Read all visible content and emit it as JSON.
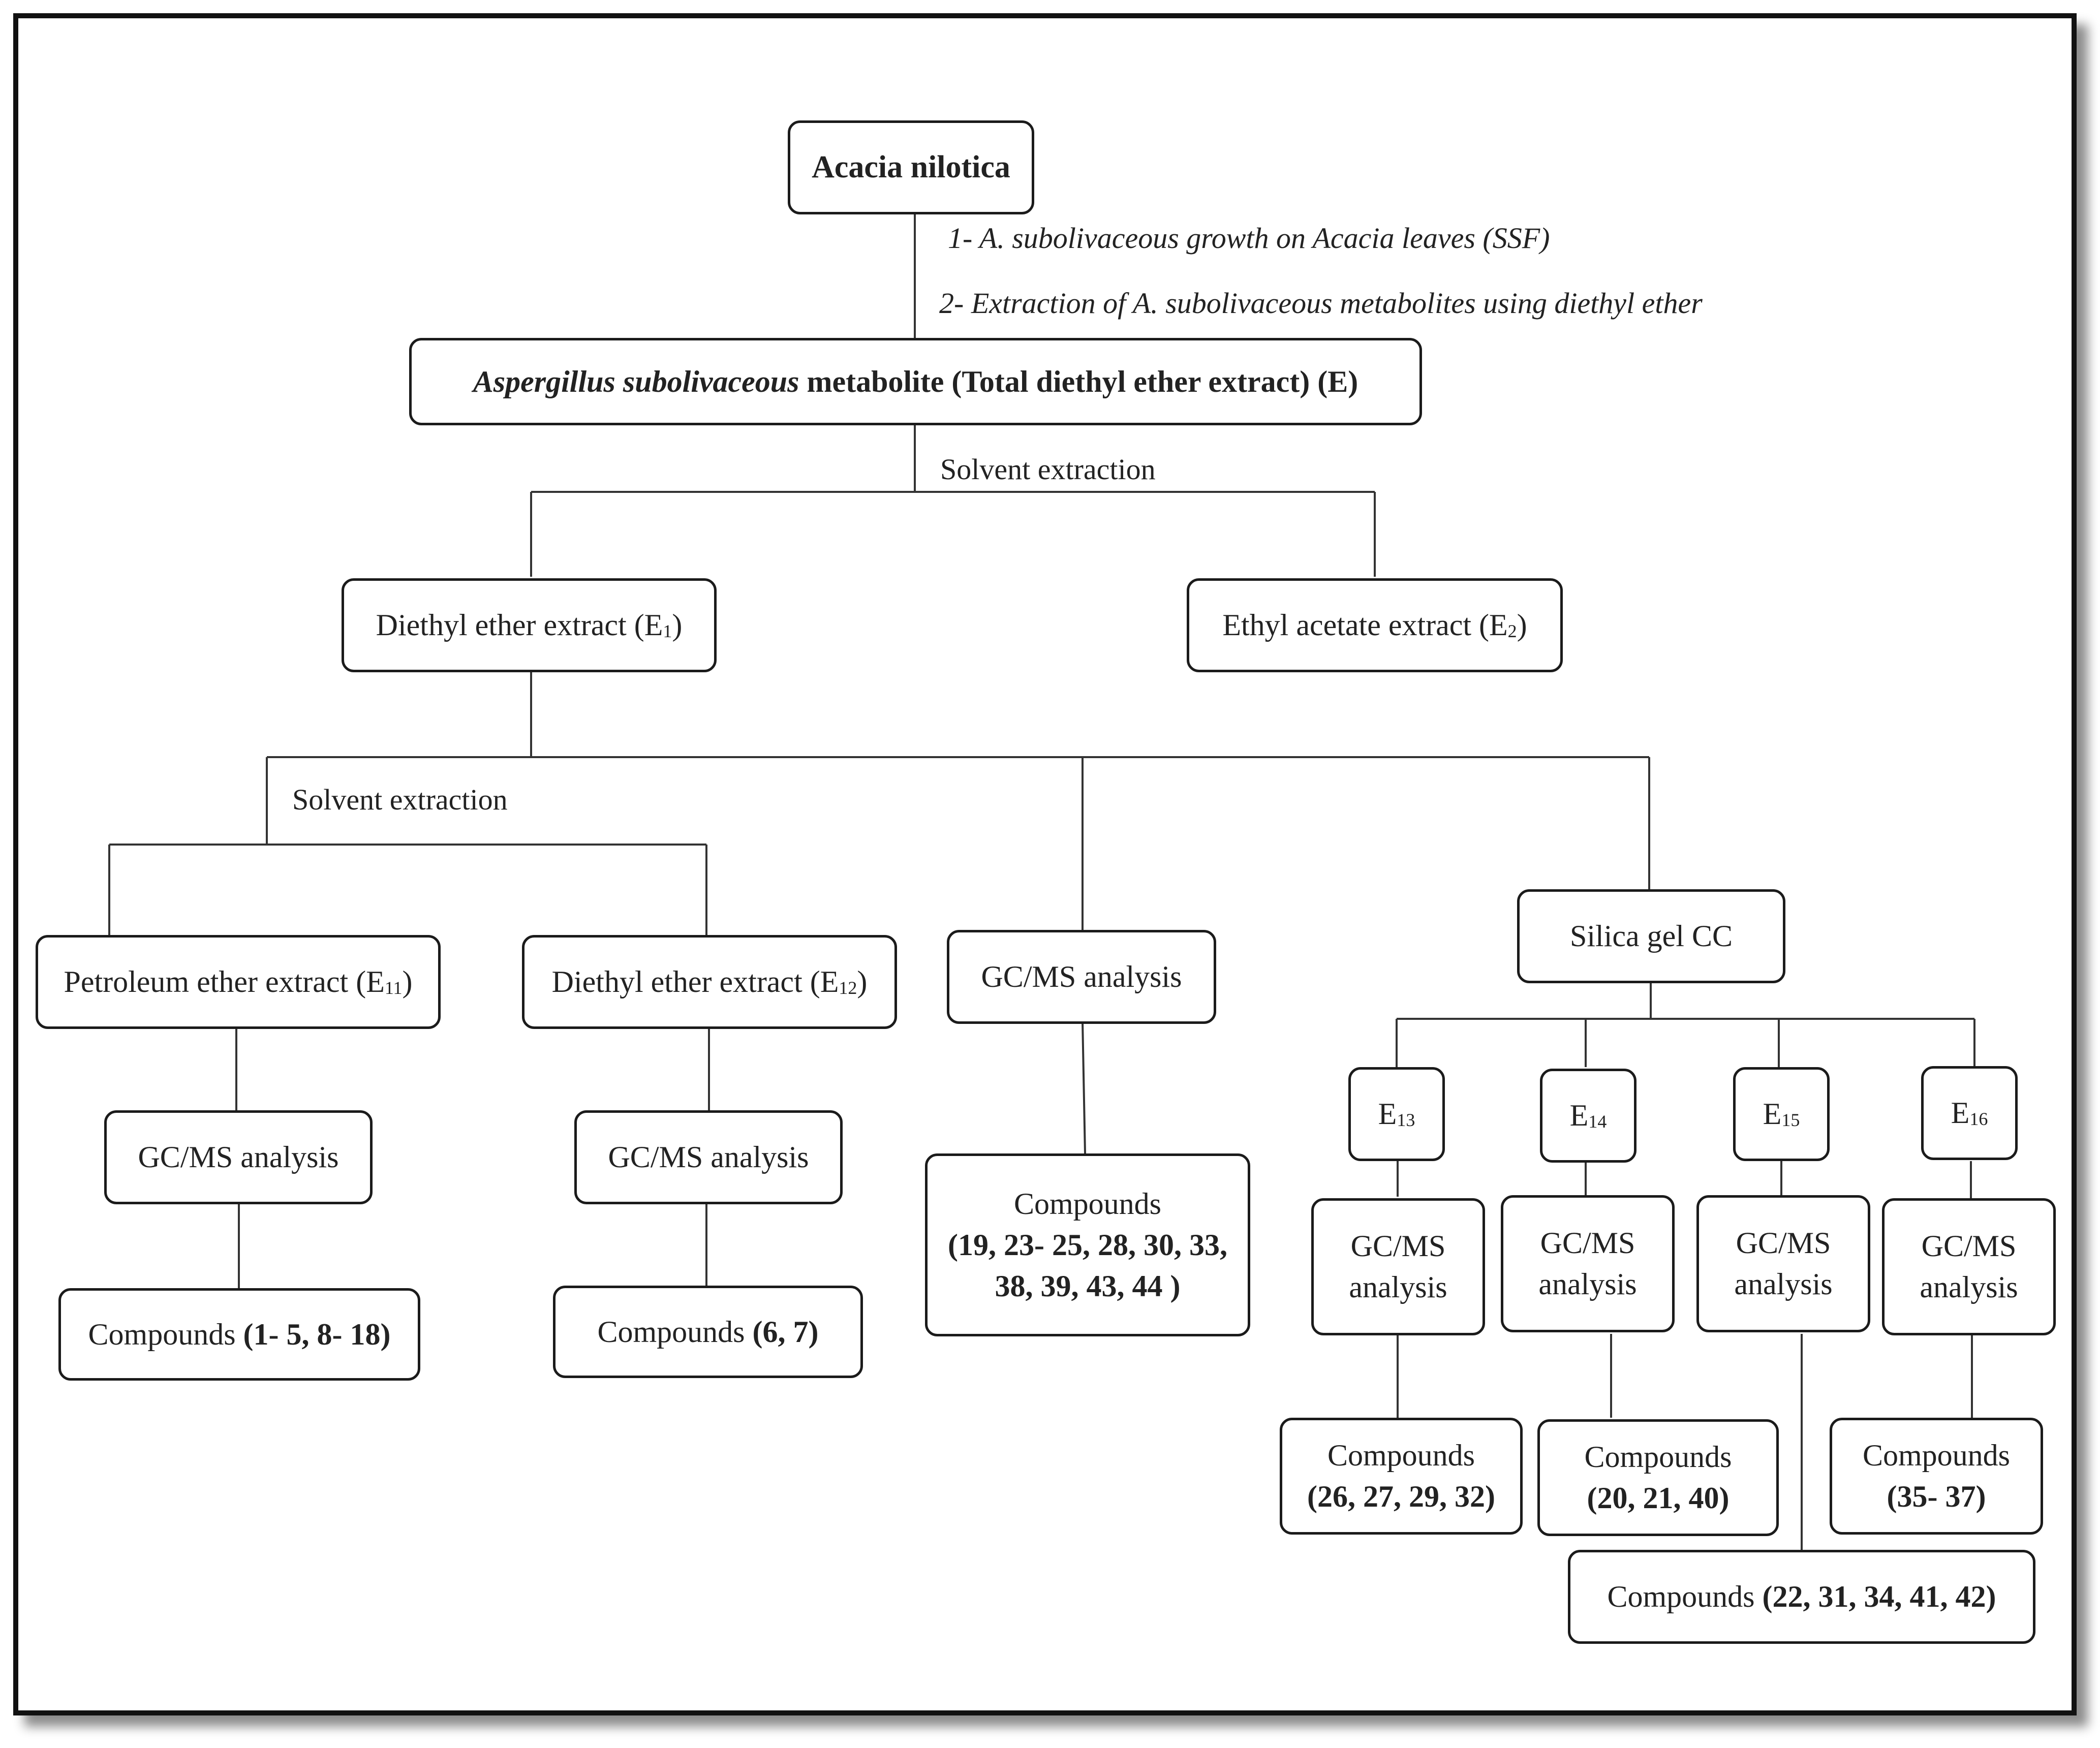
{
  "root": {
    "text": "Acacia nilotica"
  },
  "steps": [
    "1- A. subolivaceous growth on Acacia leaves (SSF)",
    "2- Extraction of A. subolivaceous metabolites using diethyl ether"
  ],
  "total_extract": {
    "italic": "Aspergillus subolivaceous",
    "rest": " metabolite (Total diethyl ether extract) (E)"
  },
  "solvent_extraction_1": "Solvent extraction",
  "solvent_extraction_2": "Solvent extraction",
  "e1": {
    "text": "Diethyl ether extract (E",
    "sub": "1",
    "close": ")"
  },
  "e2": {
    "text": "Ethyl acetate extract (E",
    "sub": "2",
    "close": ")"
  },
  "e11": {
    "text": "Petroleum ether extract (E",
    "sub": "11",
    "close": ")"
  },
  "e12": {
    "text": "Diethyl ether extract (E",
    "sub": "12",
    "close": ")"
  },
  "gcms_main": "GC/MS analysis",
  "silica": "Silica gel CC",
  "gcms_e11": "GC/MS analysis",
  "gcms_e12": "GC/MS analysis",
  "fractions": [
    {
      "E": "E",
      "sub": "13"
    },
    {
      "E": "E",
      "sub": "14"
    },
    {
      "E": "E",
      "sub": "15"
    },
    {
      "E": "E",
      "sub": "16"
    }
  ],
  "gcms_fraction": {
    "line1": "GC/MS",
    "line2": "analysis"
  },
  "compounds_word": "Compounds",
  "c_e11": "1- 5, 8- 18",
  "c_e12": "6, 7",
  "c_main_l1": "19, 23- 25, 28, 30, 33,",
  "c_main_l2": "38, 39, 43, 44",
  "c_e13": "26, 27, 29, 32",
  "c_e14": "20, 21, 40",
  "c_e15": "22, 31, 34, 41, 42",
  "c_e16": "35- 37"
}
